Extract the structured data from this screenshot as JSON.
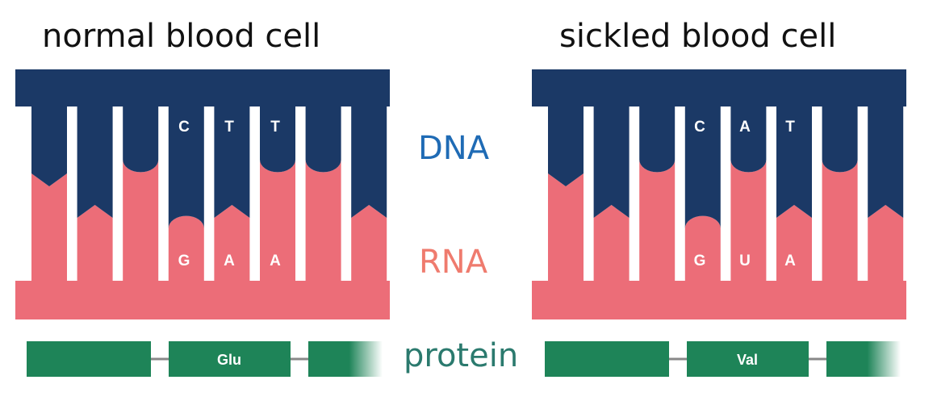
{
  "titles": {
    "normal": "normal blood cell",
    "sickled": "sickled blood cell"
  },
  "labels": {
    "dna": "DNA",
    "rna": "RNA",
    "protein": "protein"
  },
  "colors": {
    "dna": "#1b3966",
    "rna": "#ec6d78",
    "protein": "#1e8458",
    "dna_label": "#1f6bb5",
    "rna_label": "#ef7b6e",
    "protein_label": "#2b7a6e"
  },
  "normal": {
    "dna_bases": [
      "C",
      "T",
      "T"
    ],
    "rna_bases": [
      "G",
      "A",
      "A"
    ],
    "amino_acid": "Glu"
  },
  "sickled": {
    "dna_bases": [
      "C",
      "A",
      "T"
    ],
    "rna_bases": [
      "G",
      "U",
      "A"
    ],
    "amino_acid": "Val"
  },
  "tooth_shapes": {
    "normal": [
      "v",
      "A",
      "U",
      "C",
      "A",
      "U",
      "U",
      "A"
    ],
    "sickled": [
      "v",
      "A",
      "U",
      "C",
      "U",
      "A",
      "U",
      "A"
    ]
  }
}
